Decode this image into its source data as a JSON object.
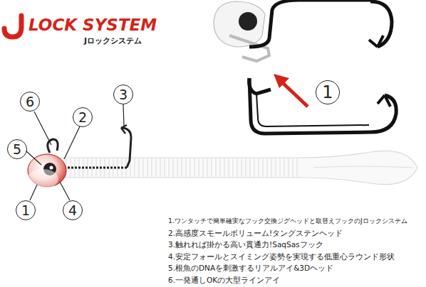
{
  "diagram": {
    "nodes": [
      {
        "text": [
          "6"
        ]
      },
      {
        "text": [
          "2"
        ]
      },
      {
        "text": [
          "3"
        ]
      },
      {
        "text": [
          "5"
        ]
      },
      {
        "text": [
          "1"
        ]
      },
      {
        "text": [
          "4"
        ]
      },
      {
        "text": [
          "1"
        ]
      }
    ],
    "labels": [
      "LOCK SYSTEM",
      "Jロックシステム",
      "1.ワンタッチで簡単確実なフック交換ジグヘッドと取替えフックのJロックシステム",
      "2.高感度スモールボリューム!タングステンヘッド",
      "3.触れれば掛かる高い貫通力!SaqSasフック",
      "4.安定フォールとスイミング姿勢を実現する低重心ラウンド形状",
      "5.根魚のDNAを刺激するリアルアイ&3Dヘッド",
      "6.一発通しOKの大型ラインアイ"
    ]
  }
}
